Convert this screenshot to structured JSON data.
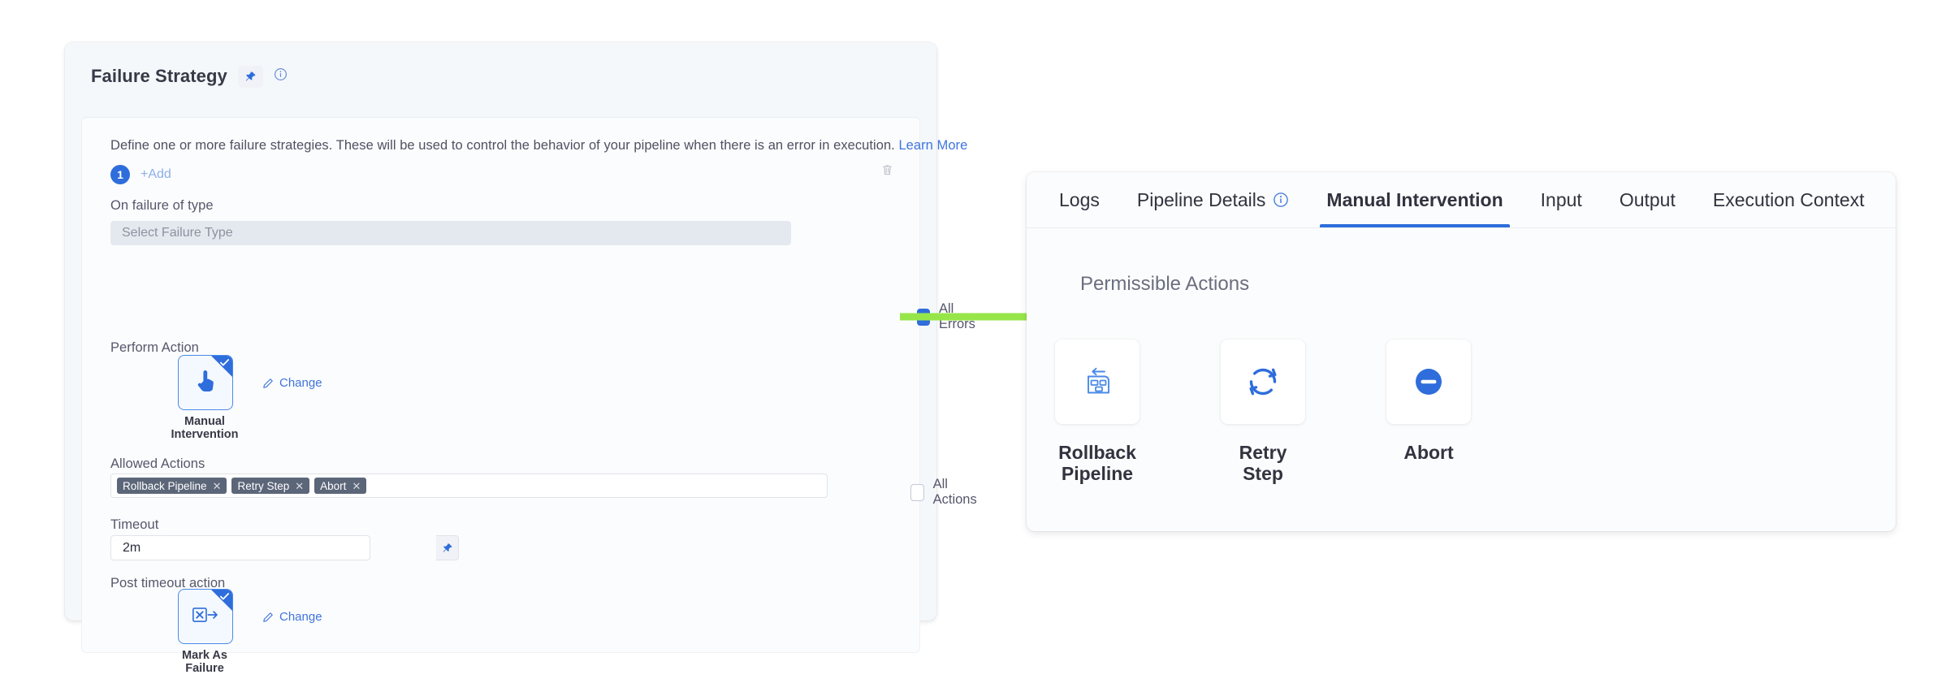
{
  "left_panel": {
    "title": "Failure Strategy",
    "pin_icon": "pin-icon",
    "info_icon": "info-circle-icon",
    "description": "Define one or more failure strategies. These will be used to control the behavior of your pipeline when there is an error in execution.",
    "learn_more": "Learn More",
    "strategy_index": "1",
    "add_label": "+Add",
    "delete_icon": "trash-icon",
    "on_failure_label": "On failure of type",
    "failure_type_placeholder": "Select Failure Type",
    "all_errors": {
      "label": "All Errors",
      "checked": true
    },
    "perform_action_label": "Perform Action",
    "perform_action": {
      "icon": "pointing-hand-icon",
      "caption": "Manual\nIntervention",
      "selected": true,
      "change_label": "Change"
    },
    "allowed_actions_label": "Allowed Actions",
    "allowed_action_tags": [
      "Rollback Pipeline",
      "Retry Step",
      "Abort"
    ],
    "all_actions": {
      "label": "All Actions",
      "checked": false
    },
    "timeout_label": "Timeout",
    "timeout_value": "2m",
    "timeout_pin_icon": "pin-icon",
    "post_timeout_label": "Post timeout action",
    "post_timeout_action": {
      "icon": "mark-as-failure-icon",
      "caption": "Mark As\nFailure",
      "selected": true,
      "change_label": "Change"
    }
  },
  "connector": {
    "type": "arrow-right",
    "color": "#96e64a"
  },
  "right_panel": {
    "tabs": [
      {
        "label": "Logs",
        "active": false,
        "info_icon": false
      },
      {
        "label": "Pipeline Details",
        "active": false,
        "info_icon": true
      },
      {
        "label": "Manual Intervention",
        "active": true,
        "info_icon": false
      },
      {
        "label": "Input",
        "active": false,
        "info_icon": false
      },
      {
        "label": "Output",
        "active": false,
        "info_icon": false
      },
      {
        "label": "Execution Context",
        "active": false,
        "info_icon": false
      }
    ],
    "section_title": "Permissible Actions",
    "actions": [
      {
        "label": "Rollback\nPipeline",
        "icon": "rollback-pipeline-icon"
      },
      {
        "label": "Retry Step",
        "icon": "retry-icon"
      },
      {
        "label": "Abort",
        "icon": "abort-minus-circle-icon"
      }
    ]
  },
  "colors": {
    "accent_blue": "#2e6ddb",
    "link_blue": "#3f74de",
    "tag_slate": "#5c6679",
    "arrow_green": "#96e64a",
    "text_dark": "#31333f"
  }
}
